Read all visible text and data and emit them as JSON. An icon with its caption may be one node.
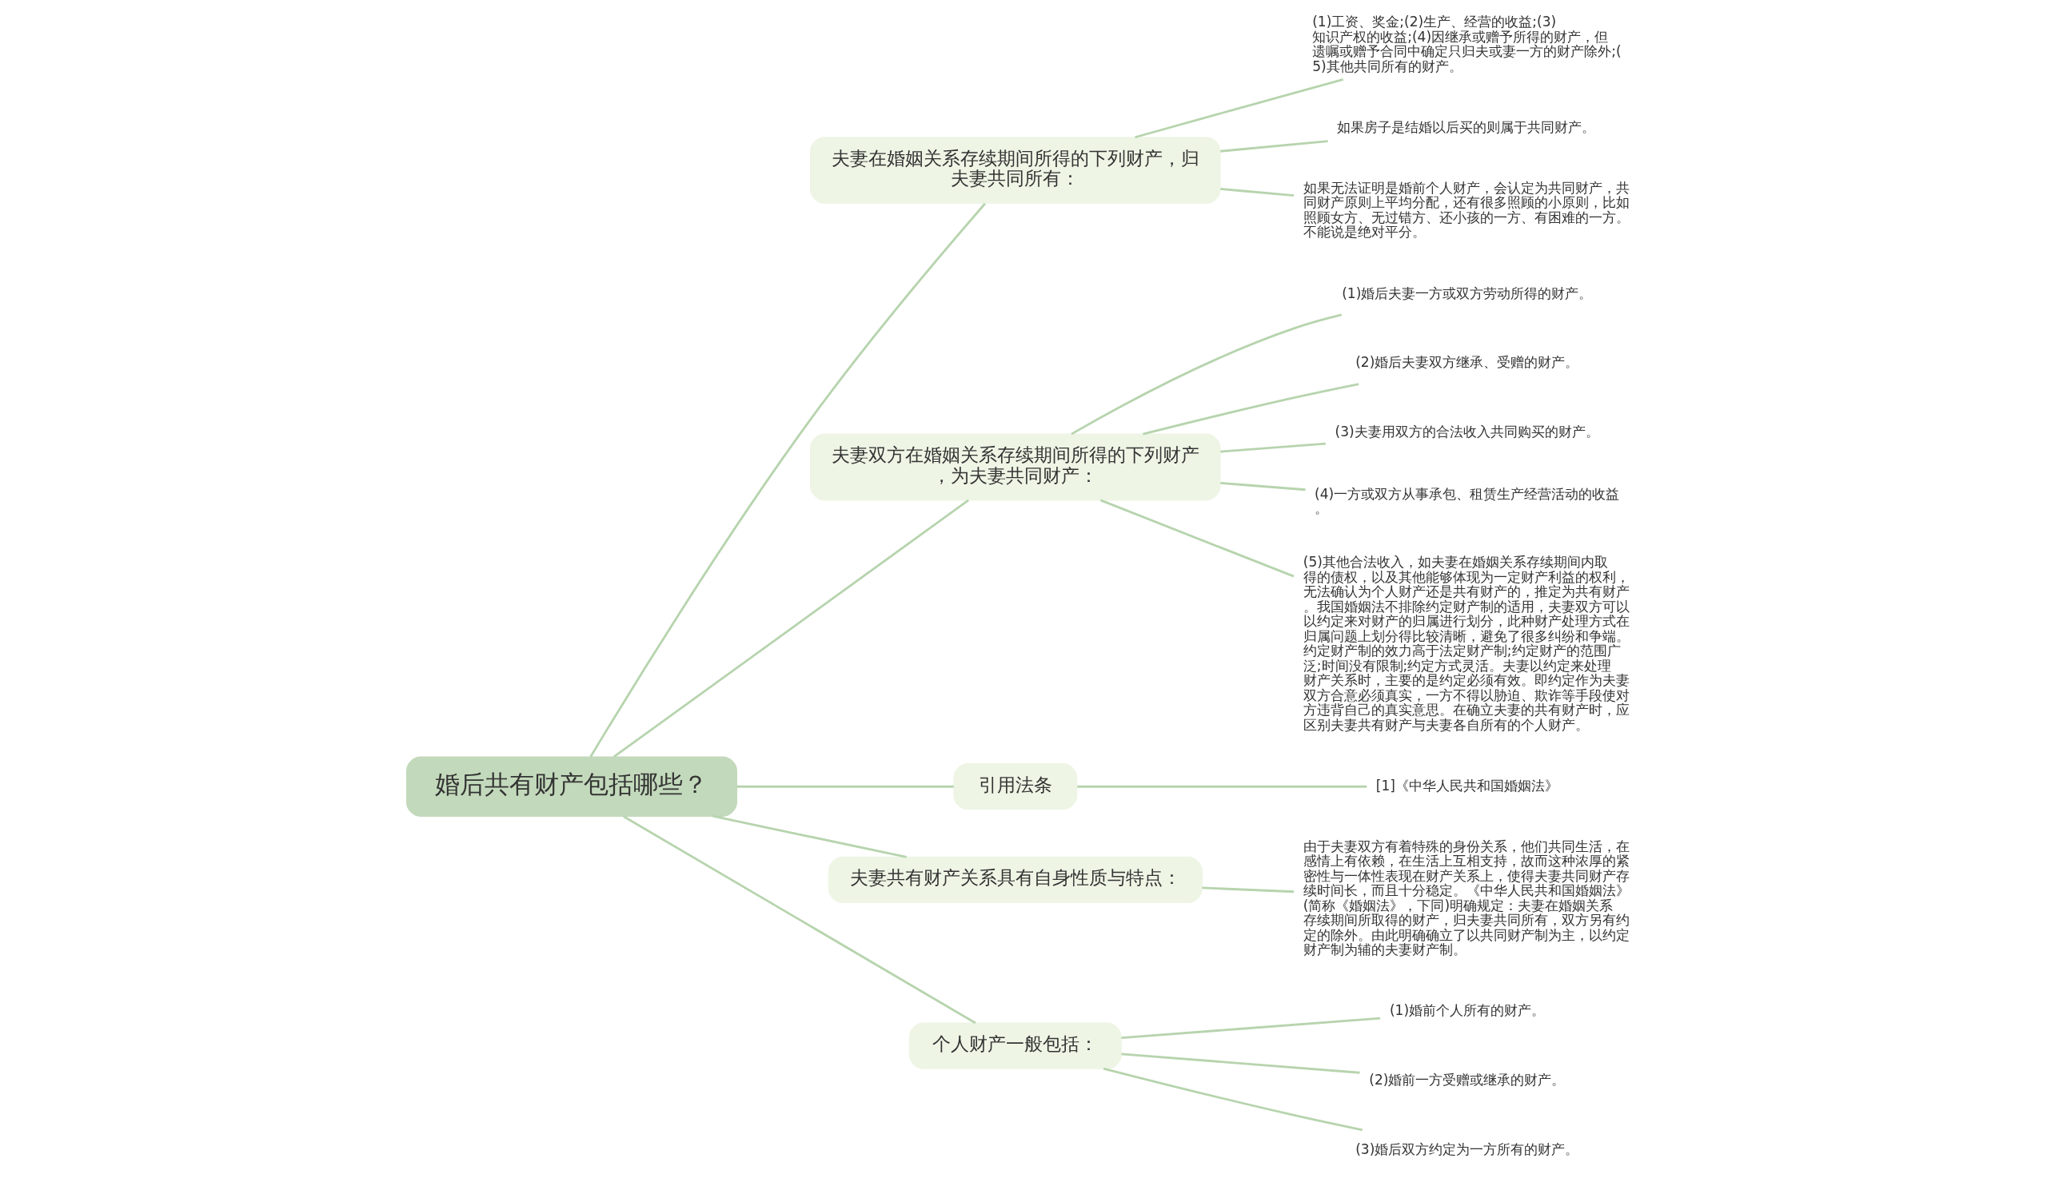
{
  "diagram": {
    "nodes": [
      {
        "text": [
          "婚后共有财产包括哪些？"
        ]
      },
      {
        "text": [
          "夫妻在婚姻关系存续期间所得的下列财产，归夫妻共同所有："
        ]
      },
      {
        "text": [
          "(1)工资、奖金;(2)生产、经营的收益;(3)知识产权的收益;(4)因继承或赠予所得的财产，但遗嘱或赠予合同中确定只归夫或妻一方的财产除外;(5)其他共同所有的财产。"
        ]
      },
      {
        "text": [
          "如果房子是结婚以后买的则属于共同财产。"
        ]
      },
      {
        "text": [
          "如果无法证明是婚前个人财产，会认定为共同财产，共同财产原则上平均分配，还有很多照顾的小原则，比如照顾女方、无过错方、还小孩的一方、有困难的一方。不能说是绝对平分。"
        ]
      },
      {
        "text": [
          "夫妻双方在婚姻关系存续期间所得的下列财产，为夫妻共同财产："
        ]
      },
      {
        "text": [
          "(1)婚后夫妻一方或双方劳动所得的财产。"
        ]
      },
      {
        "text": [
          "(2)婚后夫妻双方继承、受赠的财产。"
        ]
      },
      {
        "text": [
          "(3)夫妻用双方的合法收入共同购买的财产。"
        ]
      },
      {
        "text": [
          "(4)一方或双方从事承包、租赁生产经营活动的收益。"
        ]
      },
      {
        "text": [
          "(5)其他合法收入，如夫妻在婚姻关系存续期间内取得的债权，以及其他能够体现为一定财产利益的权利，无法确认为个人财产还是共有财产的，推定为共有财产。我国婚姻法不排除约定财产制的适用，夫妻双方可以以约定来对财产的归属进行划分，此种财产处理方式在归属问题上划分得比较清晰，避免了很多纠纷和争端。约定财产制的效力高于法定财产制;约定财产的范围广泛;时间没有限制;约定方式灵活。夫妻以约定来处理财产关系时，主要的是约定必须有效。即约定作为夫妻双方合意必须真实，一方不得以胁迫、欺诈等手段使对方违背自己的真实意思。在确立夫妻的共有财产时，应区别夫妻共有财产与夫妻各自所有的个人财产。"
        ]
      },
      {
        "text": [
          "引用法条"
        ]
      },
      {
        "text": [
          "[1]《中华人民共和国婚姻法》"
        ]
      },
      {
        "text": [
          "夫妻共有财产关系具有自身性质与特点："
        ]
      },
      {
        "text": [
          "由于夫妻双方有着特殊的身份关系，他们共同生活，在感情上有依赖，在生活上互相支持，故而这种浓厚的紧密性与一体性表现在财产关系上，使得夫妻共同财产存续时间长，而且十分稳定。《中华人民共和国婚姻法》(简称《婚姻法》，下同)明确规定：夫妻在婚姻关系存续期间所取得的财产，归夫妻共同所有，双方另有约定的除外。由此明确确立了以共同财产制为主，以约定财产制为辅的夫妻财产制。"
        ]
      },
      {
        "text": [
          "个人财产一般包括："
        ]
      },
      {
        "text": [
          "(1)婚前个人所有的财产。"
        ]
      },
      {
        "text": [
          "(2)婚前一方受赠或继承的财产。"
        ]
      },
      {
        "text": [
          "(3)婚后双方约定为一方所有的财产。"
        ]
      }
    ],
    "edges": [
      {
        "from": 0,
        "to": 1,
        "arrow": "none"
      },
      {
        "from": 1,
        "to": 2,
        "arrow": "none"
      },
      {
        "from": 1,
        "to": 3,
        "arrow": "none"
      },
      {
        "from": 1,
        "to": 4,
        "arrow": "none"
      },
      {
        "from": 0,
        "to": 5,
        "arrow": "none"
      },
      {
        "from": 5,
        "to": 6,
        "arrow": "none"
      },
      {
        "from": 5,
        "to": 7,
        "arrow": "none"
      },
      {
        "from": 5,
        "to": 8,
        "arrow": "none"
      },
      {
        "from": 5,
        "to": 9,
        "arrow": "none"
      },
      {
        "from": 5,
        "to": 10,
        "arrow": "none"
      },
      {
        "from": 0,
        "to": 11,
        "arrow": "none"
      },
      {
        "from": 11,
        "to": 12,
        "arrow": "none"
      },
      {
        "from": 0,
        "to": 13,
        "arrow": "none"
      },
      {
        "from": 13,
        "to": 14,
        "arrow": "none"
      },
      {
        "from": 0,
        "to": 15,
        "arrow": "none"
      },
      {
        "from": 15,
        "to": 16,
        "arrow": "none"
      },
      {
        "from": 15,
        "to": 17,
        "arrow": "none"
      },
      {
        "from": 15,
        "to": 18,
        "arrow": "none"
      }
    ]
  }
}
